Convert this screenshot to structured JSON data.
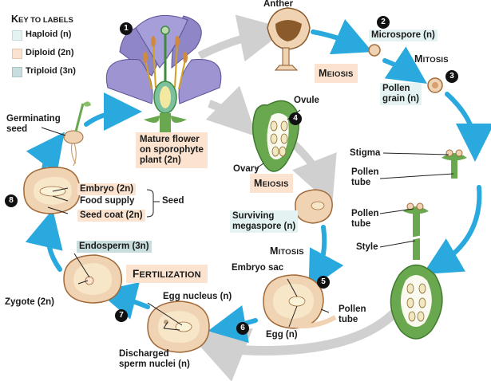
{
  "key": {
    "title_first": "K",
    "title_rest": "EY TO LABELS",
    "rows": [
      {
        "label": "Haploid (n)",
        "color": "#e4f2f2"
      },
      {
        "label": "Diploid (2n)",
        "color": "#fbe3d0"
      },
      {
        "label": "Triploid (3n)",
        "color": "#c8dede"
      }
    ]
  },
  "steps": [
    "1",
    "2",
    "3",
    "4",
    "5",
    "6",
    "7",
    "8"
  ],
  "labels": {
    "anther": "Anther",
    "microspore": "Microspore (n)",
    "pollen_grain": "Pollen\ngrain (n)",
    "ovule": "Ovule",
    "ovary": "Ovary",
    "mature_flower": "Mature flower\non sporophyte\nplant (2n)",
    "germinating_seed": "Germinating\nseed",
    "stigma": "Stigma",
    "pollen_tube_top": "Pollen\ntube",
    "pollen_tube_mid": "Pollen\ntube",
    "style": "Style",
    "surviving_megaspore": "Surviving\nmegaspore (n)",
    "embryo_sac": "Embryo sac",
    "egg_nucleus": "Egg nucleus (n)",
    "pollen_tube_bottom": "Pollen\ntube",
    "egg": "Egg (n)",
    "discharged_sperm": "Discharged\nsperm nuclei (n)",
    "zygote": "Zygote (2n)",
    "endosperm": "Endosperm (3n)",
    "embryo": "Embryo (2n)",
    "food_supply": "Food supply",
    "seed_coat": "Seed coat (2n)",
    "seed": "Seed"
  },
  "stages": {
    "meiosis_top": {
      "first": "M",
      "rest": "EIOSIS"
    },
    "mitosis_top": {
      "first": "M",
      "rest": "ITOSIS"
    },
    "meiosis_mid": {
      "first": "M",
      "rest": "EIOSIS"
    },
    "mitosis_mid": {
      "first": "M",
      "rest": "ITOSIS"
    },
    "fertilization": {
      "first": "F",
      "rest": "ERTILIZATION"
    }
  },
  "colors": {
    "cycle_arrow": "#29a9de",
    "gray_arrow": "#d0d0d0",
    "petal": "#8f86c7",
    "green_tissue": "#6aa84f",
    "tan": "#efd3b3",
    "badge": "#fbe3d0"
  }
}
